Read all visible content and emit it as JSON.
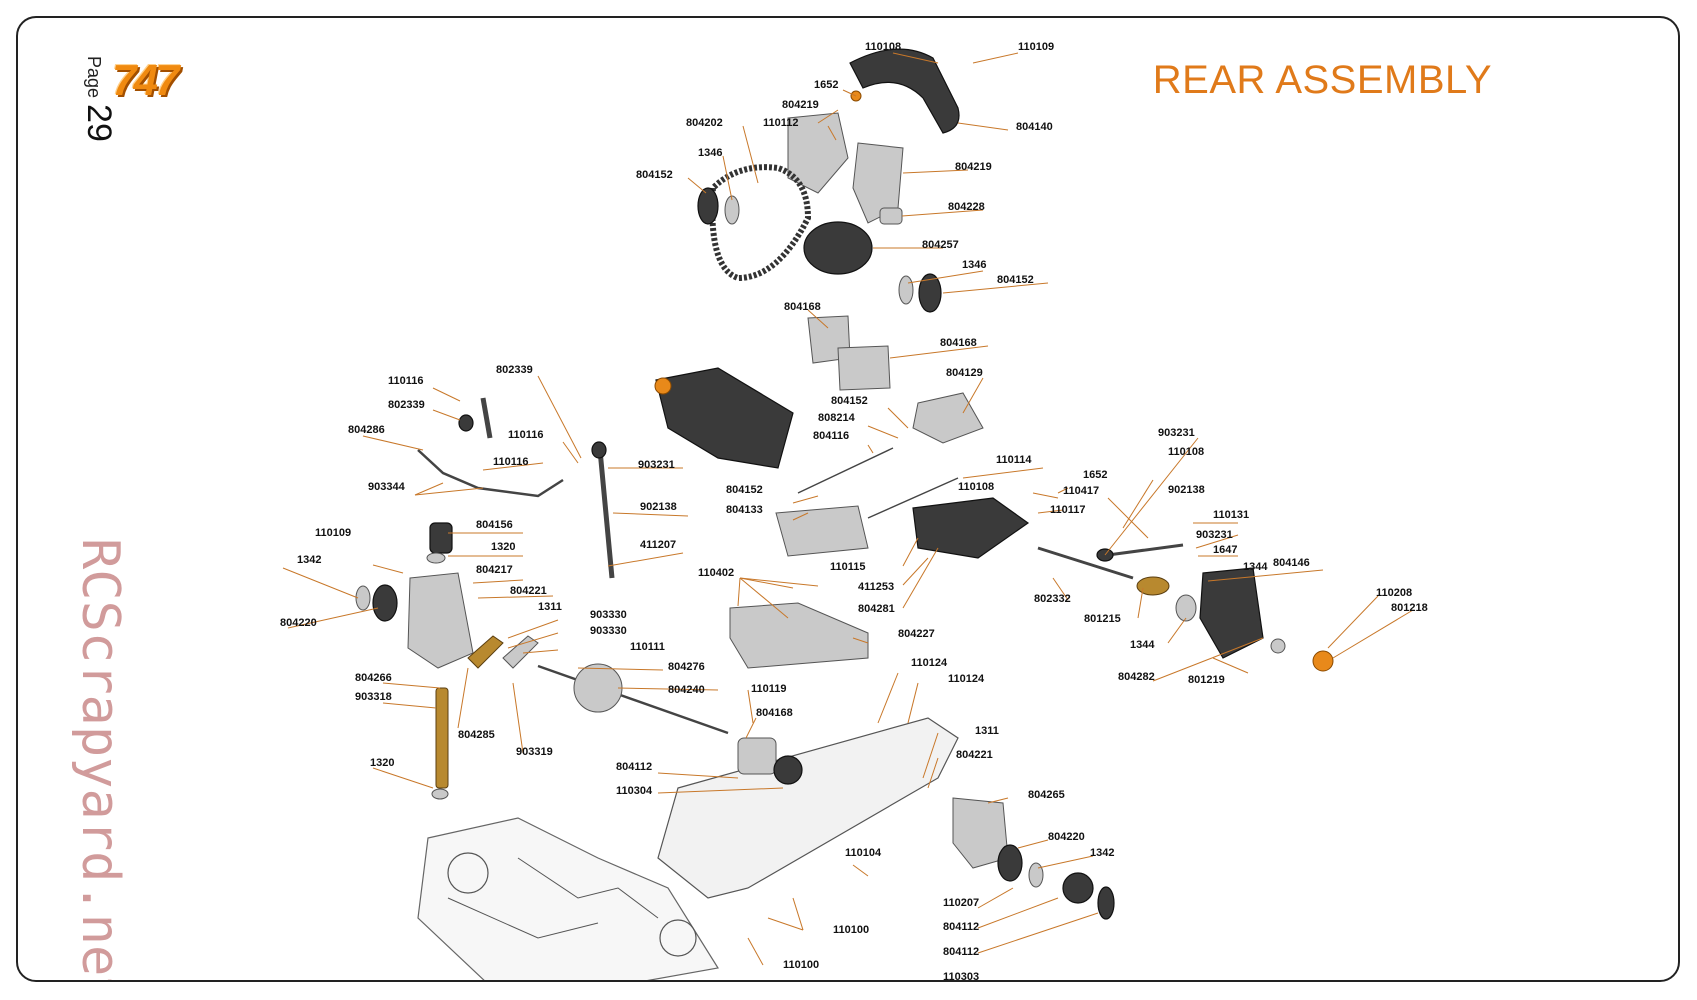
{
  "header": {
    "page_word": "Page",
    "page_number": "29",
    "logo_text": "747",
    "title": "REAR ASSEMBLY",
    "watermark": "RCScrapyard.net"
  },
  "colors": {
    "accent": "#e07a1a",
    "leader": "#c8782a",
    "watermark": "#c98a8a"
  },
  "labels": [
    "110108",
    "110109",
    "1652",
    "804219",
    "804140",
    "804202",
    "110112",
    "1346",
    "804152",
    "804219",
    "804228",
    "804257",
    "1346",
    "804152",
    "804168",
    "804168",
    "804129",
    "802339",
    "110116",
    "802339",
    "804286",
    "110116",
    "110116",
    "903231",
    "903344",
    "804152",
    "808214",
    "804116",
    "110114",
    "903231",
    "1652",
    "110108",
    "110417",
    "902138",
    "110108",
    "110117",
    "110131",
    "903231",
    "1647",
    "804146",
    "804152",
    "804133",
    "902138",
    "804156",
    "110109",
    "1320",
    "1342",
    "804217",
    "804221",
    "1311",
    "804220",
    "411207",
    "110402",
    "110115",
    "411253",
    "804281",
    "802332",
    "801215",
    "1344",
    "1344",
    "110208",
    "801218",
    "903330",
    "903330",
    "110111",
    "804276",
    "804240",
    "804266",
    "903318",
    "804285",
    "903319",
    "804227",
    "804282",
    "801219",
    "1320",
    "110119",
    "804168",
    "110124",
    "110124",
    "804112",
    "110304",
    "1311",
    "804221",
    "804265",
    "804220",
    "1342",
    "110104",
    "110207",
    "804112",
    "110100",
    "804112",
    "110303",
    "110100"
  ]
}
